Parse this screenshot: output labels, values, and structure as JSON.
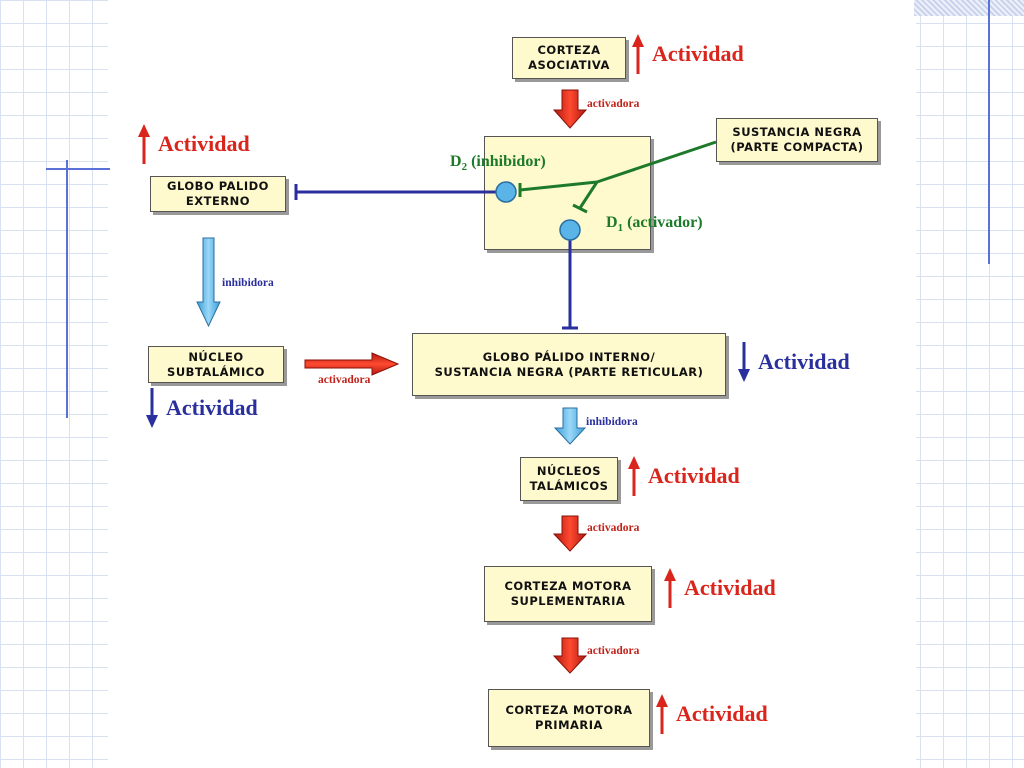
{
  "boxes": {
    "corteza_asociativa": "CORTEZA\nASOCIATIVA",
    "sustancia_negra_compacta": "SUSTANCIA NEGRA\n(PARTE COMPACTA)",
    "globo_palido_externo": "GLOBO PALIDO\nEXTERNO",
    "nucleo_subtalamico": "NÚCLEO\nSUBTALÁMICO",
    "globo_palido_interno": "GLOBO PÁLIDO INTERNO/\nSUSTANCIA NEGRA (PARTE RETICULAR)",
    "nucleos_talamicos": "NÚCLEOS\nTALÁMICOS",
    "corteza_motora_suplementaria": "CORTEZA MOTORA\nSUPLEMENTARIA",
    "corteza_motora_primaria": "CORTEZA MOTORA\nPRIMARIA"
  },
  "activity": {
    "word": "Actividad",
    "corteza_asociativa": "up",
    "globo_palido_externo": "up",
    "nucleo_subtalamico": "down",
    "globo_palido_interno": "down",
    "nucleos_talamicos": "up",
    "corteza_motora_suplementaria": "up",
    "corteza_motora_primaria": "up"
  },
  "arrows": {
    "activadora": "activadora",
    "inhibidora": "inhibidora"
  },
  "receptors": {
    "d2_prefix": "D",
    "d2_sub": "2",
    "d2_suffix": " (inhibidor)",
    "d1_prefix": "D",
    "d1_sub": "1",
    "d1_suffix": " (activador)"
  },
  "colors": {
    "box_fill": "#fffacd",
    "activation": "#d9251c",
    "inhibition": "#2a2f9e",
    "dopamine": "#1c7a2a",
    "receptor": "#5ab4e8"
  }
}
